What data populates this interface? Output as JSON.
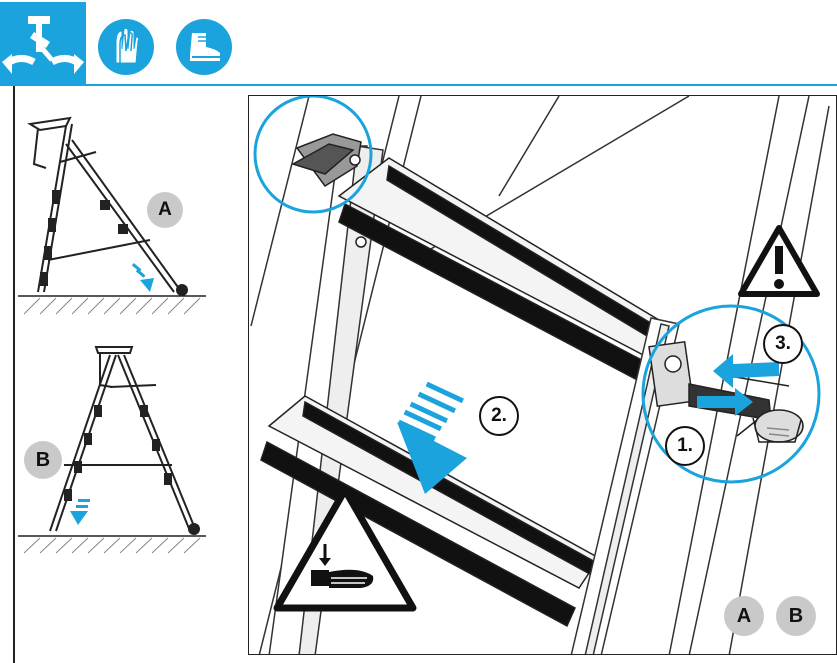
{
  "header": {
    "icons": [
      "foldout-tool-icon",
      "gloves-icon",
      "safety-boot-icon"
    ],
    "accent_color": "#1aa3dd"
  },
  "side": {
    "config_a": {
      "badge": "A",
      "icon": "ladder-rolling-config-icon"
    },
    "config_b": {
      "badge": "B",
      "icon": "ladder-standing-config-icon"
    }
  },
  "main": {
    "steps": {
      "step1": "1.",
      "step2": "2.",
      "step3": "3."
    },
    "badges": {
      "a": "A",
      "b": "B"
    },
    "warnings": [
      "general-warning-icon",
      "hand-crush-warning-icon"
    ]
  }
}
